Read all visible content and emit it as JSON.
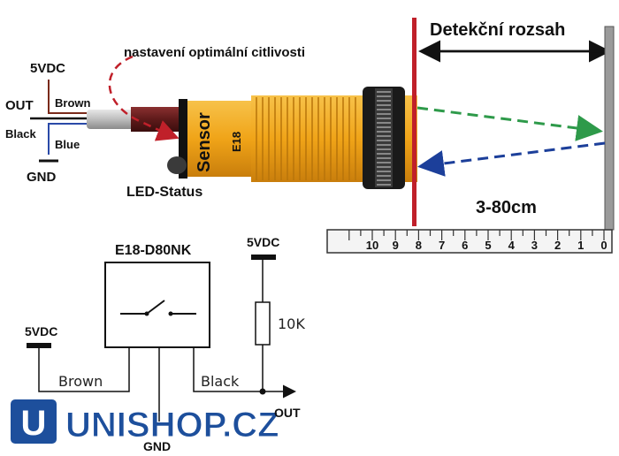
{
  "sensor": {
    "brand_text": "Sensor",
    "model_text": "E18",
    "led_label": "LED-Status",
    "adjust_label": "nastavení optimální citlivosti"
  },
  "wires": {
    "v5_label": "5VDC",
    "out_label": "OUT",
    "gnd_label": "GND",
    "brown_label": "Brown",
    "black_label": "Black",
    "blue_label": "Blue"
  },
  "range": {
    "title": "Detekční rozsah",
    "value": "3-80cm",
    "ruler_ticks": [
      "10",
      "9",
      "8",
      "7",
      "6",
      "5",
      "4",
      "3",
      "2",
      "1",
      "0"
    ]
  },
  "schematic": {
    "module_label": "E18-D80NK",
    "v5_left": "5VDC",
    "v5_right": "5VDC",
    "brown_wire": "Brown",
    "black_wire": "Black",
    "resistor": "10K",
    "gnd": "GND",
    "out": "OUT"
  },
  "brand": {
    "logo_letter": "U",
    "name": "UNISHOP.CZ"
  },
  "colors": {
    "sensor_yellow": "#f2a91c",
    "brown_wire": "#6b1e1e",
    "red_marker": "#c0202a",
    "green_arrow": "#2e9a4a",
    "blue_arrow": "#1c3f9a",
    "brand_blue": "#1d4f9c"
  }
}
